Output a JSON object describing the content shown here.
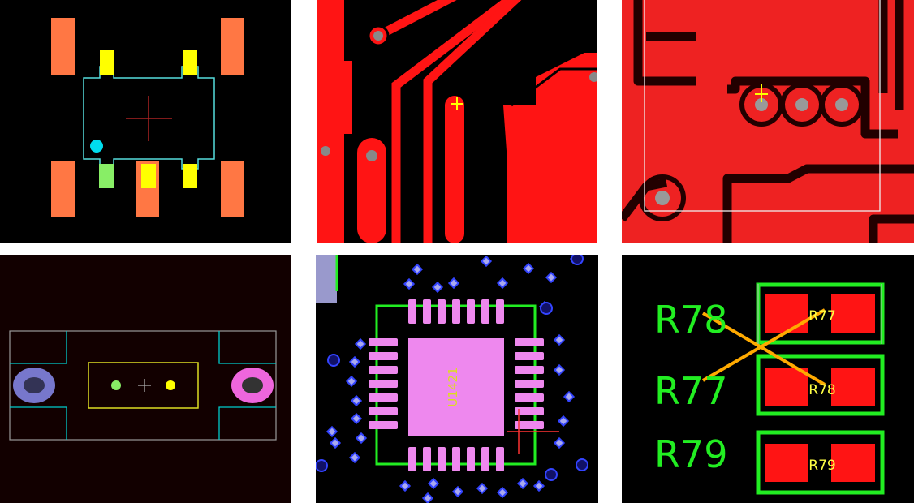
{
  "panels": [
    {
      "name": "component-footprint-sot",
      "index": 1
    },
    {
      "name": "pcb-red-traces",
      "index": 2
    },
    {
      "name": "pcb-copper-pour-header",
      "index": 3
    },
    {
      "name": "slot-footprint-dark",
      "index": 4
    },
    {
      "name": "qfn-package-footprint",
      "index": 5
    },
    {
      "name": "resistor-silkscreen-swap",
      "index": 6
    }
  ],
  "qfn": {
    "ref_label": "U1421"
  },
  "resistors": {
    "silk_labels": [
      "R78",
      "R77",
      "R79"
    ],
    "pad_labels": [
      "R77",
      "R78",
      "R79"
    ]
  },
  "colors": {
    "copper_red": "#ff1414",
    "silk_green": "#22ee22",
    "outline_cyan": "#55dddd",
    "pad_yellow": "#ffff00",
    "pad_orange": "#ff7744",
    "pad_pink": "#ee88ee",
    "via_blue": "#2233ff"
  }
}
